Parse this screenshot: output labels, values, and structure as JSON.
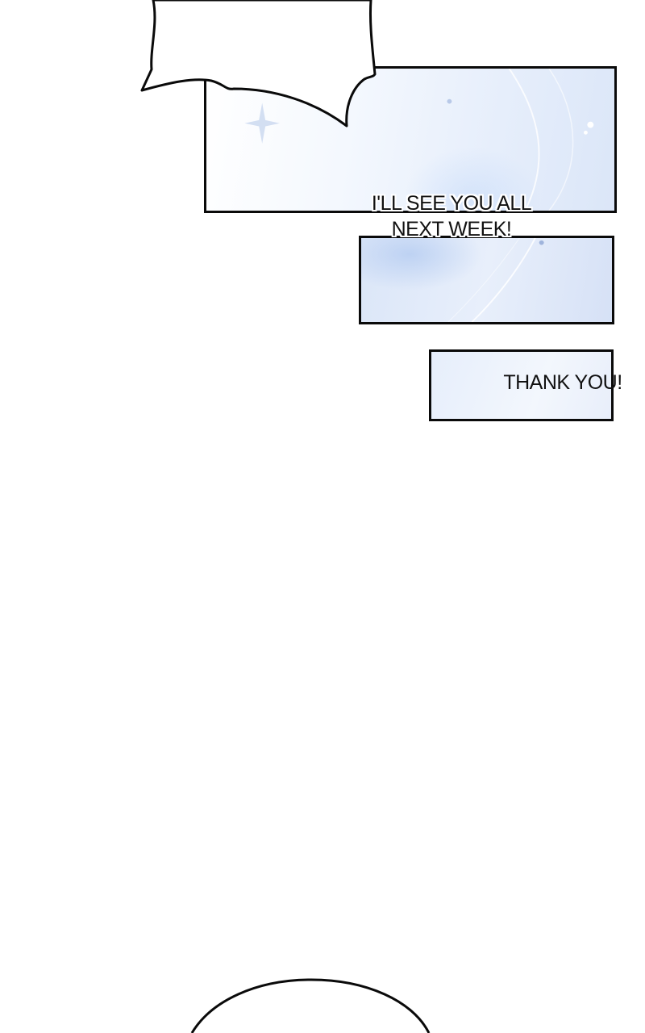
{
  "captions": {
    "farewell_line1": "I'LL SEE YOU ALL",
    "farewell_line2": "NEXT WEEK!",
    "thanks": "THANK YOU!"
  },
  "colors": {
    "ink": "#0a0a0a",
    "panel_blue_light": "#e6eefb",
    "panel_blue_mid": "#dbe6f8",
    "paper": "#ffffff"
  }
}
